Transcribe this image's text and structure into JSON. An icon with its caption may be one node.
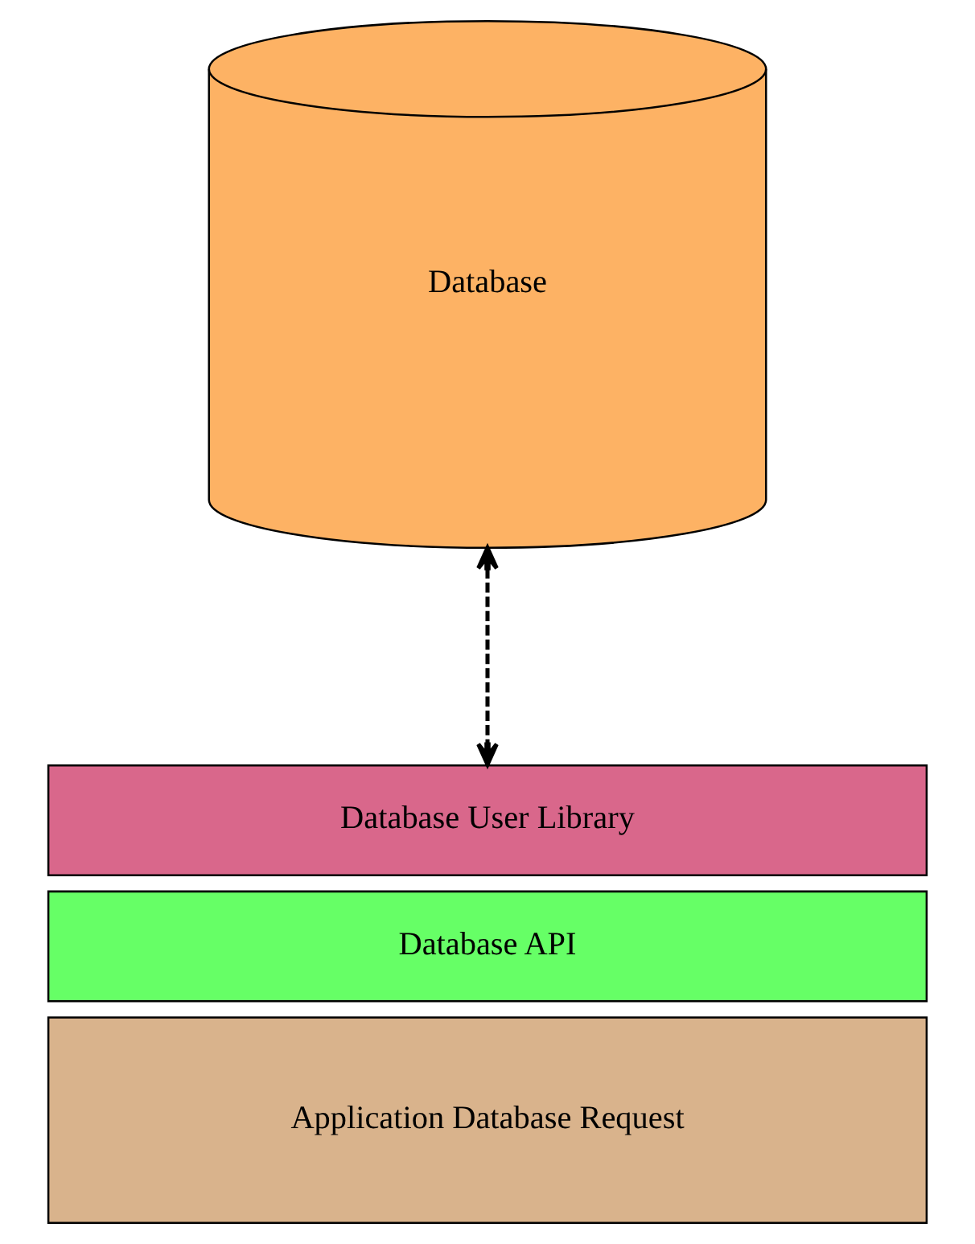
{
  "diagram": {
    "nodes": [
      {
        "text": [
          "Database"
        ]
      },
      {
        "text": [
          "Database User Library"
        ]
      },
      {
        "text": [
          "Database API"
        ]
      },
      {
        "text": [
          "Application Database Request"
        ]
      }
    ],
    "edges": [
      {
        "from": 0,
        "to": 1,
        "arrow": "both",
        "style": "dashed"
      }
    ]
  }
}
